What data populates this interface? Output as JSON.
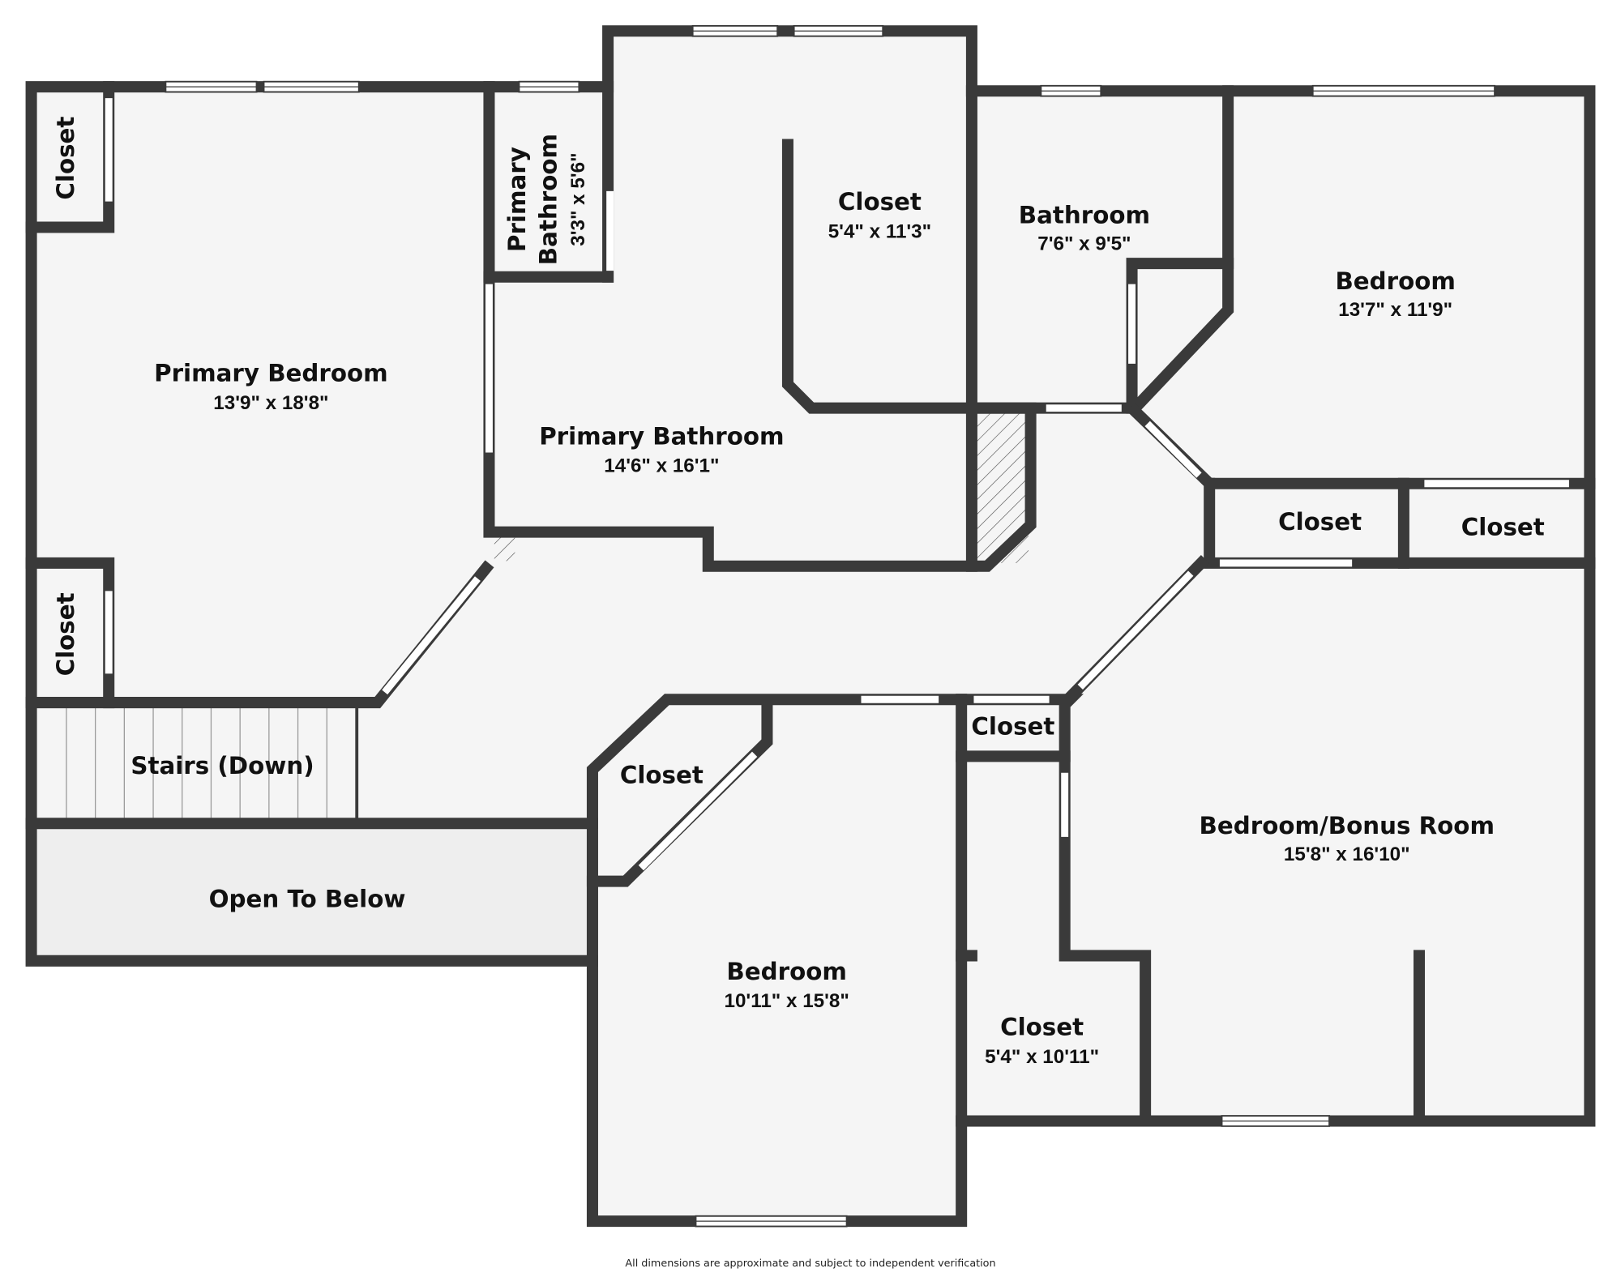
{
  "rooms": {
    "closet_top_left": {
      "name": "Closet"
    },
    "closet_mid_left": {
      "name": "Closet"
    },
    "primary_bedroom": {
      "name": "Primary Bedroom",
      "dims": "13'9\" x 18'8\""
    },
    "primary_bathroom_small": {
      "name_line1": "Primary",
      "name_line2": "Bathroom",
      "dims": "3'3\" x 5'6\""
    },
    "walk_in_closet": {
      "name": "Closet",
      "dims": "5'4\" x 11'3\""
    },
    "primary_bathroom": {
      "name": "Primary Bathroom",
      "dims": "14'6\" x 16'1\""
    },
    "bathroom": {
      "name": "Bathroom",
      "dims": "7'6\" x 9'5\""
    },
    "bedroom_ne": {
      "name": "Bedroom",
      "dims": "13'7\" x 11'9\""
    },
    "closet_hall_1": {
      "name": "Closet"
    },
    "closet_hall_2": {
      "name": "Closet"
    },
    "stairs": {
      "name": "Stairs (Down)"
    },
    "open_to_below": {
      "name": "Open To Below"
    },
    "closet_bedroom_s": {
      "name": "Closet"
    },
    "closet_small": {
      "name": "Closet"
    },
    "bedroom_s": {
      "name": "Bedroom",
      "dims": "10'11\" x 15'8\""
    },
    "bonus_room": {
      "name": "Bedroom/Bonus Room",
      "dims": "15'8\" x 16'10\""
    },
    "closet_bonus": {
      "name": "Closet",
      "dims": "5'4\" x 10'11\""
    }
  },
  "footer_note": "All dimensions are approximate and subject to independent verification",
  "colors": {
    "wall": "#3a3a3a",
    "floor": "#f5f5f5",
    "open_below": "#eeeeee"
  }
}
